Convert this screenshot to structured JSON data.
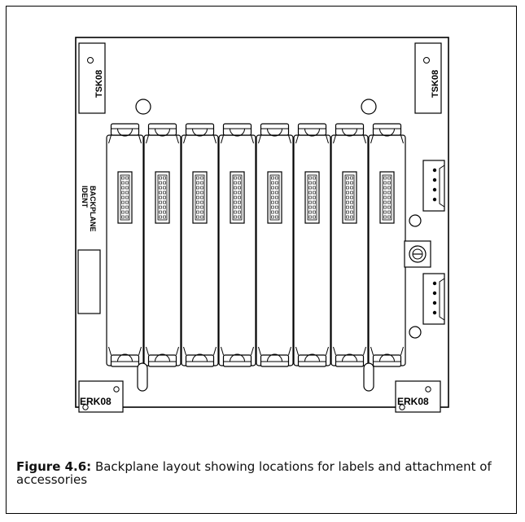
{
  "labels": {
    "tsk_left": "TSK08",
    "tsk_right": "TSK08",
    "erk_left": "ERK08",
    "erk_right": "ERK08",
    "backplane_ident": "BACKPLANE IDENT",
    "backplane_word": "BACKPLANE",
    "ident_word": "IDENT"
  },
  "caption": {
    "figure_label": "Figure 4.6:",
    "text": "Backplane layout showing locations for labels and attachment of accessories"
  },
  "slots": {
    "count": 8
  }
}
